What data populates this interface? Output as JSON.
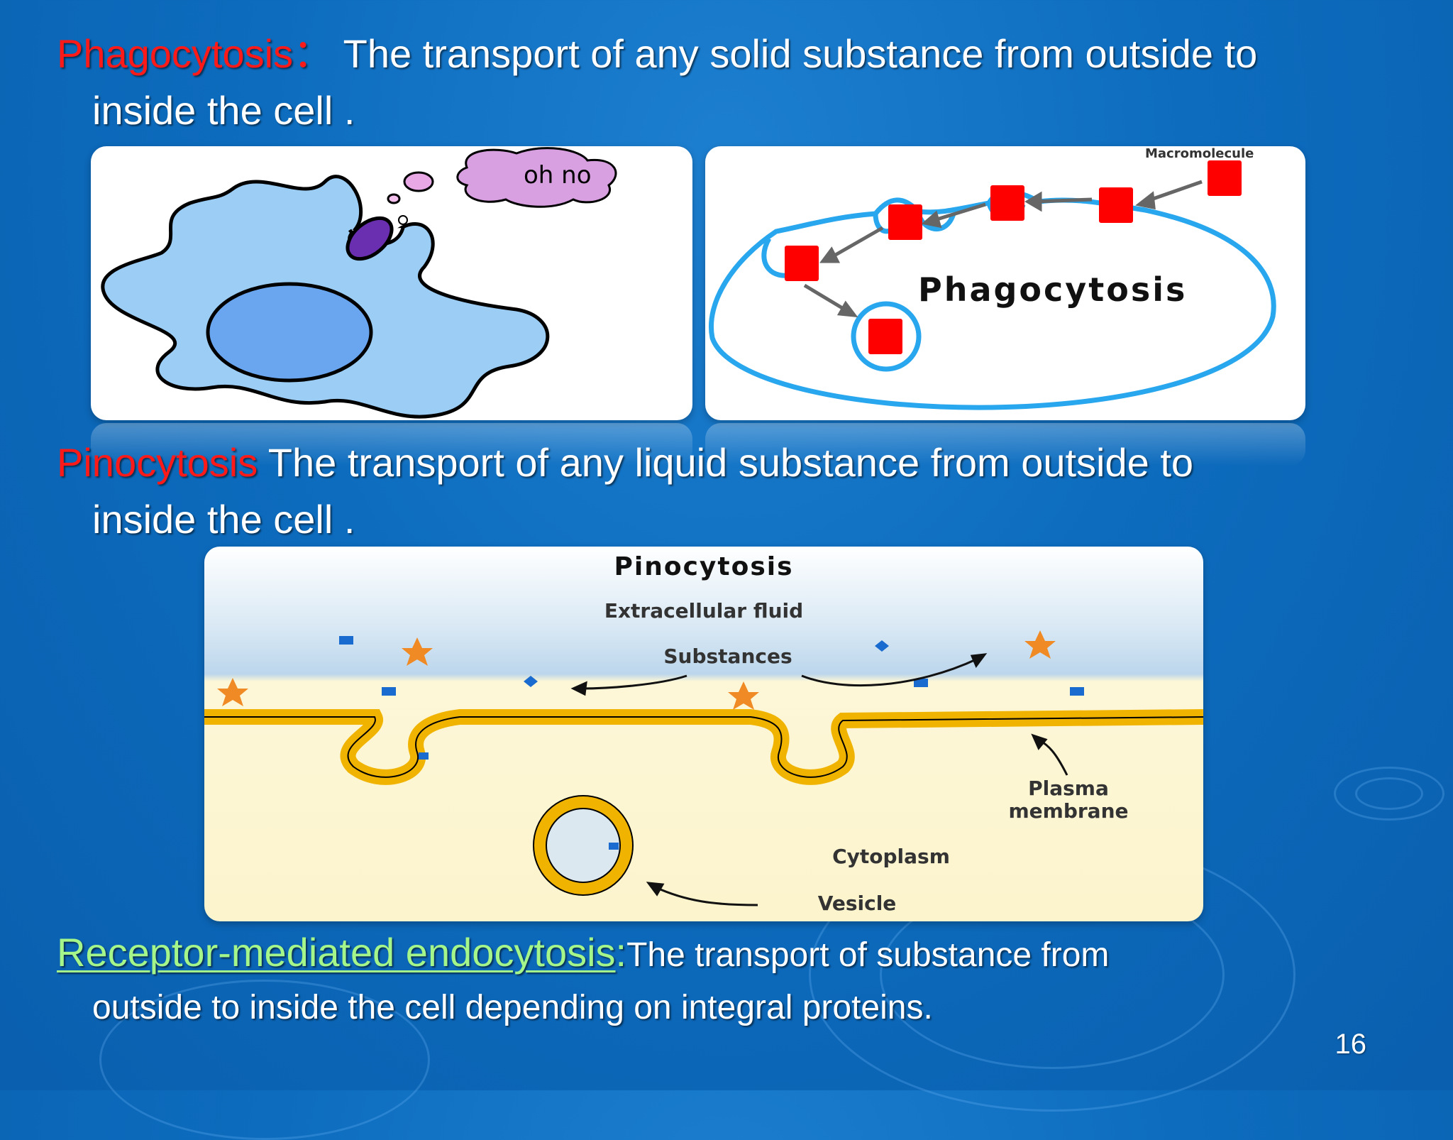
{
  "slide": {
    "page_number": "16"
  },
  "phagocytosis": {
    "term": "Phagocytosis",
    "colon": "：",
    "definition_line1": " The transport of any solid substance from outside to",
    "definition_line2": "inside the cell .",
    "cartoon_bubble_text": "oh   no",
    "diagram_label": "Phagocytosis",
    "diagram_macromolecule_label": "Macromolecule"
  },
  "pinocytosis": {
    "term": "Pinocytosis",
    "definition_line1": " The transport of any liquid substance from outside to",
    "definition_line2": "inside the cell .",
    "diagram": {
      "title": "Pinocytosis",
      "extracellular_label": "Extracellular fluid",
      "substances_label": "Substances",
      "membrane_label_line1": "Plasma",
      "membrane_label_line2": "membrane",
      "cytoplasm_label": "Cytoplasm",
      "vesicle_label": "Vesicle"
    }
  },
  "receptor_mediated": {
    "term": "Receptor-mediated endocytosis",
    "colon": ":",
    "definition_line1": "The transport of substance from",
    "definition_line2": "outside to inside the cell depending on integral proteins."
  },
  "colors": {
    "term_red": "#ff1a1a",
    "term_green": "#a4f58a",
    "background": "#0d6cbe"
  }
}
